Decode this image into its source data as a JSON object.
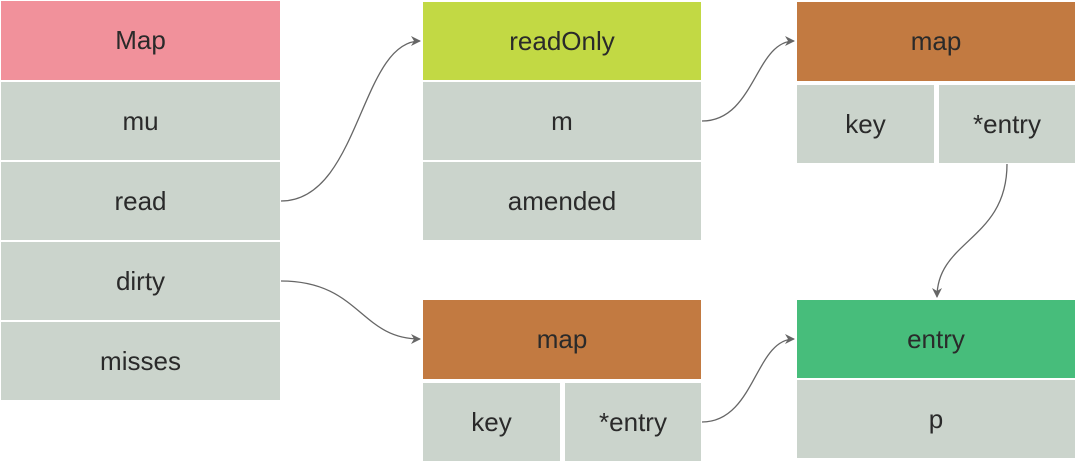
{
  "colors": {
    "map_header": "#f1919b",
    "readonly_header": "#c2d944",
    "map_struct_header": "#c27a41",
    "entry_header": "#47bd7b",
    "field_fill": "#cbd4cc",
    "arrow": "#666666"
  },
  "map_struct": {
    "title": "Map",
    "fields": [
      "mu",
      "read",
      "dirty",
      "misses"
    ]
  },
  "readonly_struct": {
    "title": "readOnly",
    "fields": [
      "m",
      "amended"
    ]
  },
  "read_map": {
    "title": "map",
    "key": "key",
    "value": "*entry"
  },
  "dirty_map": {
    "title": "map",
    "key": "key",
    "value": "*entry"
  },
  "entry_struct": {
    "title": "entry",
    "fields": [
      "p"
    ]
  }
}
